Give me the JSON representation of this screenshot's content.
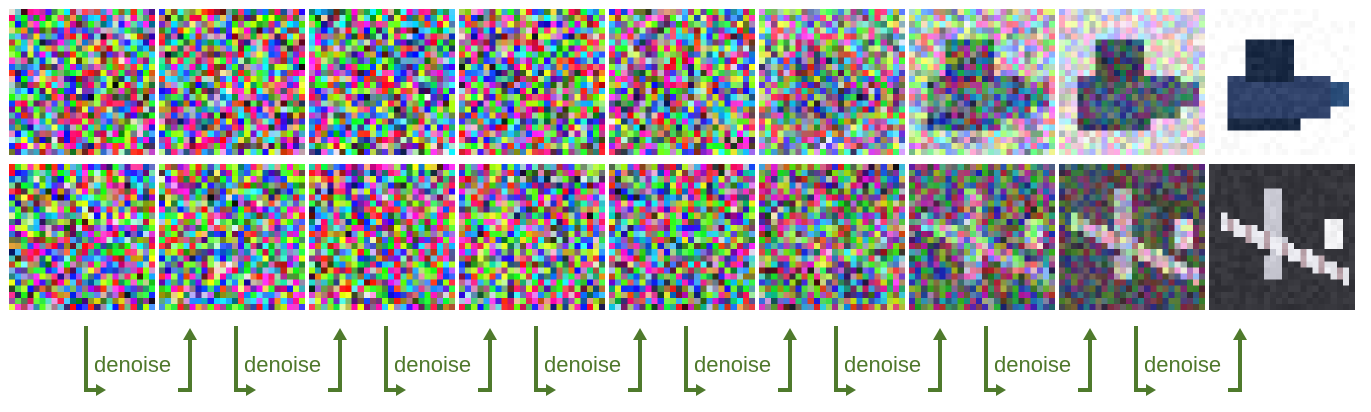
{
  "figure": {
    "rows": [
      {
        "subject": "truck",
        "subject_colors": [
          "#1a2a44",
          "#31436b",
          "#2b4e7a",
          "#e05a2a",
          "#9aa7b8"
        ],
        "background": "#ffffff",
        "noise_levels": [
          1.0,
          1.0,
          1.0,
          0.98,
          0.95,
          0.82,
          0.6,
          0.35,
          0.0
        ]
      },
      {
        "subject": "airplane",
        "subject_colors": [
          "#e8e8ee",
          "#c8c8d2",
          "#b8a0a8",
          "#f2f2f4"
        ],
        "background": "#35353b",
        "noise_levels": [
          1.0,
          1.0,
          1.0,
          0.98,
          0.95,
          0.82,
          0.6,
          0.35,
          0.0
        ]
      }
    ],
    "step_label": "denoise",
    "step_count": 8,
    "arrow_color": "#4f7a2c"
  }
}
